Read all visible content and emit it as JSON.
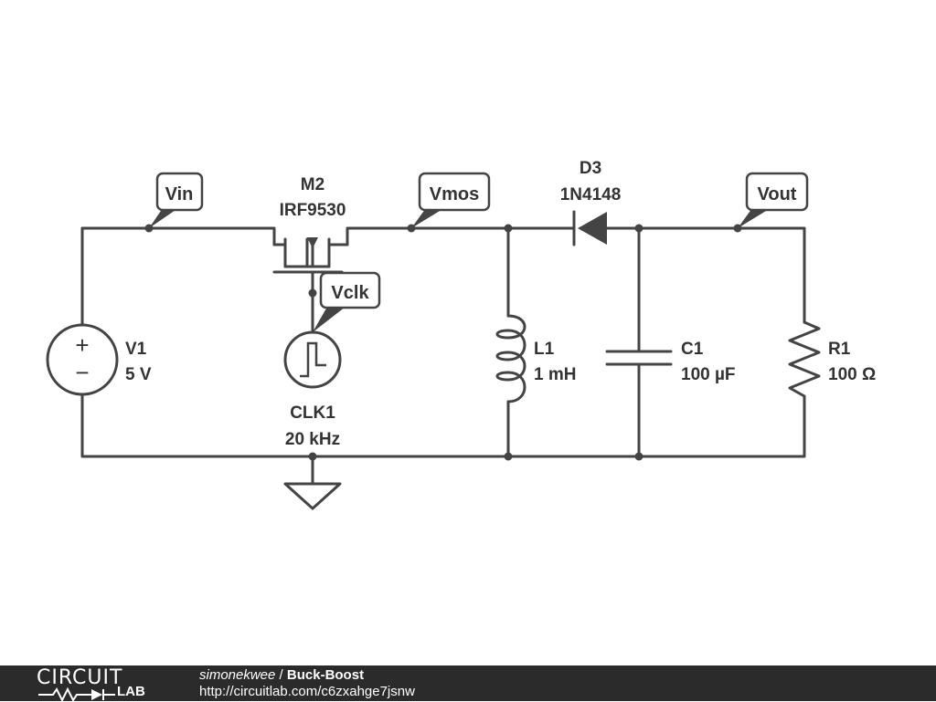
{
  "components": {
    "M2": {
      "name": "M2",
      "part": "IRF9530"
    },
    "D3": {
      "name": "D3",
      "part": "1N4148"
    },
    "V1": {
      "name": "V1",
      "value": "5 V"
    },
    "CLK1": {
      "name": "CLK1",
      "value": "20 kHz"
    },
    "L1": {
      "name": "L1",
      "value": "1 mH"
    },
    "C1": {
      "name": "C1",
      "value": "100 µF"
    },
    "R1": {
      "name": "R1",
      "value": "100 Ω"
    }
  },
  "net_labels": {
    "vin": "Vin",
    "vmos": "Vmos",
    "vout": "Vout",
    "vclk": "Vclk"
  },
  "source_symbols": {
    "plus": "+",
    "minus": "−"
  },
  "footer": {
    "logo_top": "CIRCUIT",
    "logo_bottom": "LAB",
    "author": "simonekwee",
    "separator": " / ",
    "title": "Buck-Boost",
    "url": "http://circuitlab.com/c6zxahge7jsnw"
  },
  "colors": {
    "wire": "#444444",
    "footer_bg": "#2b2b2b"
  }
}
